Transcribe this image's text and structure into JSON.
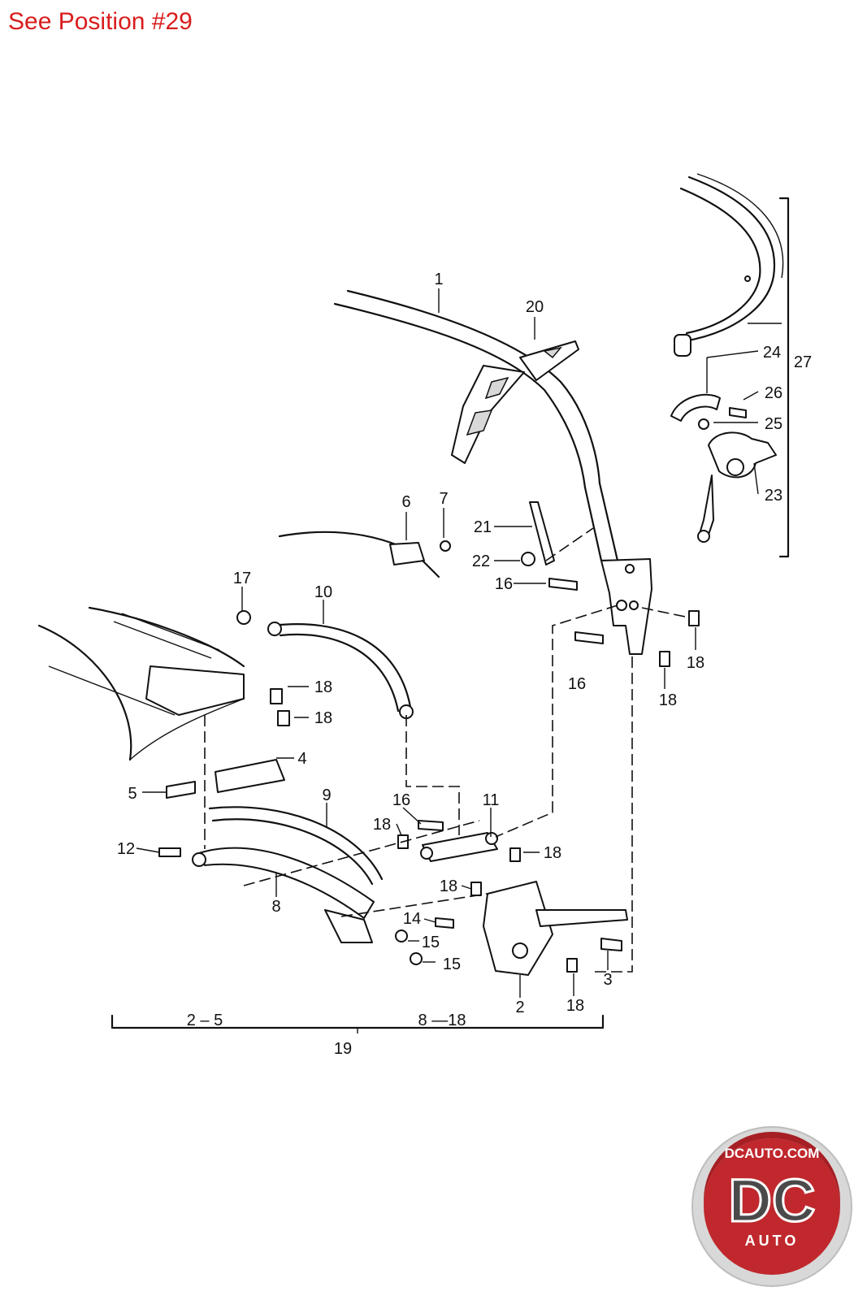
{
  "header": {
    "note": "See Position #29"
  },
  "logo": {
    "top_text": "DCAUTO.COM",
    "letters": "DC",
    "bottom_text": "AUTO"
  },
  "callouts": [
    "1",
    "20",
    "24",
    "27",
    "26",
    "25",
    "23",
    "6",
    "7",
    "21",
    "22",
    "16",
    "17",
    "10",
    "18",
    "18",
    "16",
    "18",
    "18",
    "4",
    "5",
    "9",
    "16",
    "11",
    "18",
    "12",
    "18",
    "8",
    "18",
    "14",
    "15",
    "15",
    "2",
    "3",
    "18"
  ],
  "group_brackets": {
    "left_range": "2 – 5",
    "right_range": "8 —18",
    "total": "19"
  },
  "colors": {
    "header": "#d91d1d",
    "logo_red": "#c0282d",
    "logo_ring": "#c9c9c9"
  }
}
